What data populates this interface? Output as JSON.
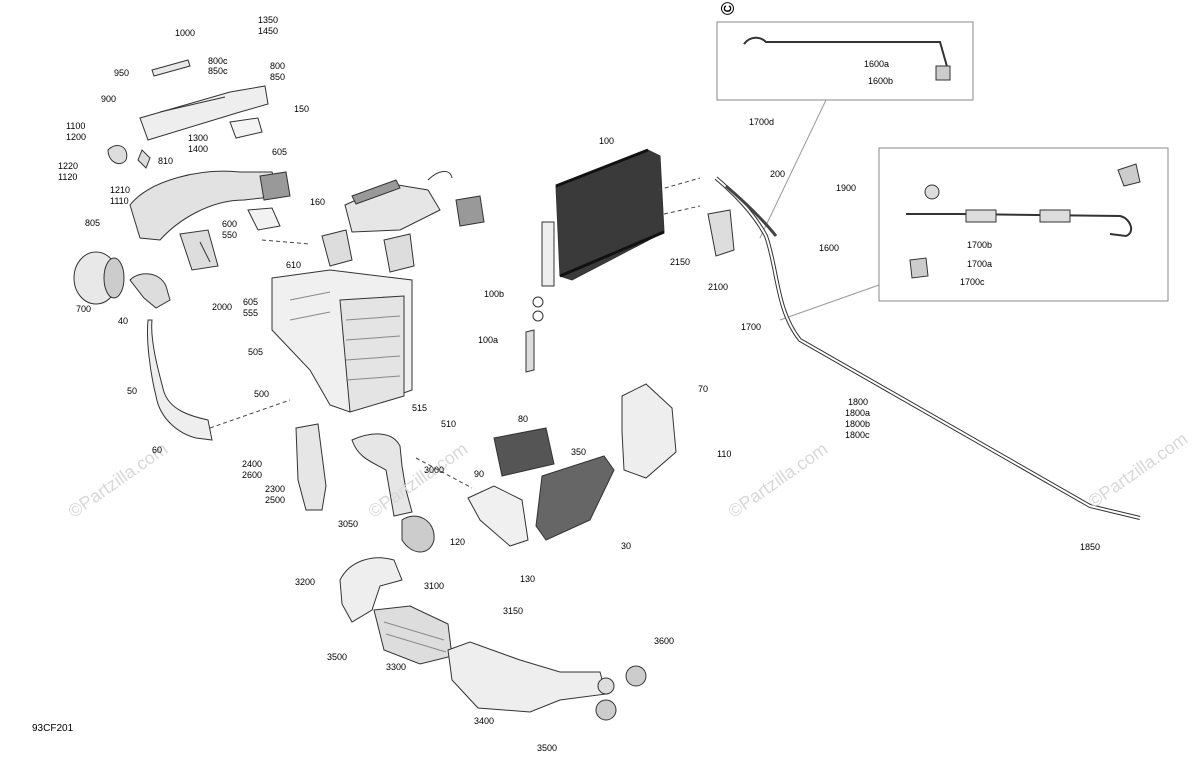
{
  "diagram_code": "93CF201",
  "copyright_mark": "©",
  "watermark_text": "©Partzilla.com",
  "labels": {
    "l1000": "1000",
    "l1350": "1350",
    "l1450": "1450",
    "l800c": "800c",
    "l850c": "850c",
    "l800": "800",
    "l850": "850",
    "l950": "950",
    "l900": "900",
    "l150": "150",
    "l1100": "1100",
    "l1200": "1200",
    "l1300": "1300",
    "l1400": "1400",
    "l605a": "605",
    "l1220": "1220",
    "l1120": "1120",
    "l810": "810",
    "l1210": "1210",
    "l1110": "1110",
    "l160": "160",
    "l805": "805",
    "l600": "600",
    "l550": "550",
    "l610": "610",
    "l700": "700",
    "l40": "40",
    "l605b": "605",
    "l555": "555",
    "l2000": "2000",
    "l505": "505",
    "l500": "500",
    "l50": "50",
    "l60": "60",
    "l515": "515",
    "l510": "510",
    "l2400": "2400",
    "l2600": "2600",
    "l2300": "2300",
    "l2500": "2500",
    "l3000": "3000",
    "l3050": "3050",
    "l3100": "3100",
    "l3200": "3200",
    "l3500a": "3500",
    "l3300": "3300",
    "l3400": "3400",
    "l3500b": "3500",
    "l3150": "3150",
    "l3600": "3600",
    "l100": "100",
    "l100b": "100b",
    "l100a": "100a",
    "l80": "80",
    "l90": "90",
    "l350": "350",
    "l120": "120",
    "l130": "130",
    "l30": "30",
    "l70": "70",
    "l110": "110",
    "l1700d": "1700d",
    "l200": "200",
    "l2150": "2150",
    "l2100": "2100",
    "l1900": "1900",
    "l1600": "1600",
    "l1700": "1700",
    "l1600a": "1600a",
    "l1600b": "1600b",
    "l1700b": "1700b",
    "l1700a": "1700a",
    "l1700c": "1700c",
    "l1800": "1800",
    "l1800a": "1800a",
    "l1800b": "1800b",
    "l1800c": "1800c",
    "l1850": "1850"
  }
}
